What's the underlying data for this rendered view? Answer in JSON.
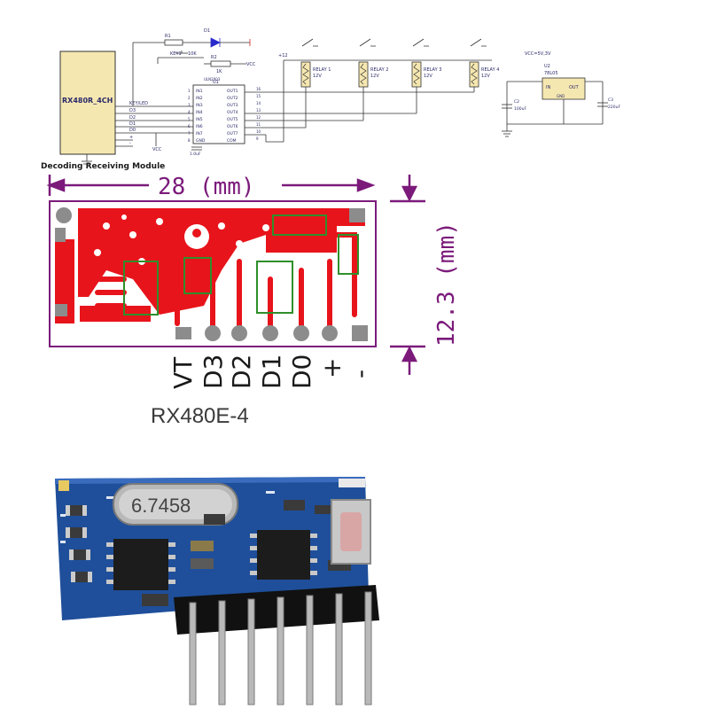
{
  "schematic": {
    "module_label": "RX480R_4CH",
    "module_pins": [
      "KEY/LED",
      "D3",
      "D2",
      "D1",
      "D0",
      "+",
      "-",
      "VCC"
    ],
    "caption": "Decoding Receiving Module",
    "r1": "R1",
    "r1_value": "10K",
    "d1": "D1",
    "key1": "KEY1",
    "r2": "R2",
    "r2_value": "1K",
    "vcc": "VCC",
    "ic_name": "U1",
    "ic_part": "ULN2003",
    "ic_inputs": [
      "IN1",
      "IN2",
      "IN3",
      "IN4",
      "IN5",
      "IN6",
      "IN7",
      "GND"
    ],
    "ic_outputs": [
      "OUT1",
      "OUT2",
      "OUT3",
      "OUT4",
      "OUT5",
      "OUT6",
      "OUT7",
      "COM"
    ],
    "ic_left_pins": [
      "1",
      "2",
      "3",
      "4",
      "5",
      "6",
      "7",
      "8"
    ],
    "ic_right_pins": [
      "16",
      "15",
      "14",
      "13",
      "12",
      "11",
      "10",
      "9"
    ],
    "cap_small": "1.0uF",
    "plus12": "+12",
    "relays": [
      {
        "name": "RELAY 1",
        "voltage": "12V"
      },
      {
        "name": "RELAY 2",
        "voltage": "12V"
      },
      {
        "name": "RELAY 3",
        "voltage": "12V"
      },
      {
        "name": "RELAY 4",
        "voltage": "12V"
      }
    ],
    "reg_vcc": "VCC=5V,3V",
    "reg_name": "U2",
    "reg_part": "78L05",
    "reg_in": "IN",
    "reg_out": "OUT",
    "reg_gnd": "GND",
    "c2": "C2",
    "c2_value": "100uF",
    "c3": "C3",
    "c3_value": "220uF"
  },
  "pcb": {
    "width_dim": "28 (mm)",
    "height_dim": "12.3 (mm)",
    "pin_labels": [
      "VT",
      "D3",
      "D2",
      "D1",
      "D0",
      "+",
      "-"
    ],
    "model": "RX480E-4"
  },
  "photo": {
    "crystal_marking": "6.7458"
  },
  "colors": {
    "dimension": "#7b1a7a",
    "copper": "#e8141b",
    "silk": "#2f8f2a",
    "board_blue": "#1f4f9a",
    "schematic_box": "#f5e7b0"
  }
}
